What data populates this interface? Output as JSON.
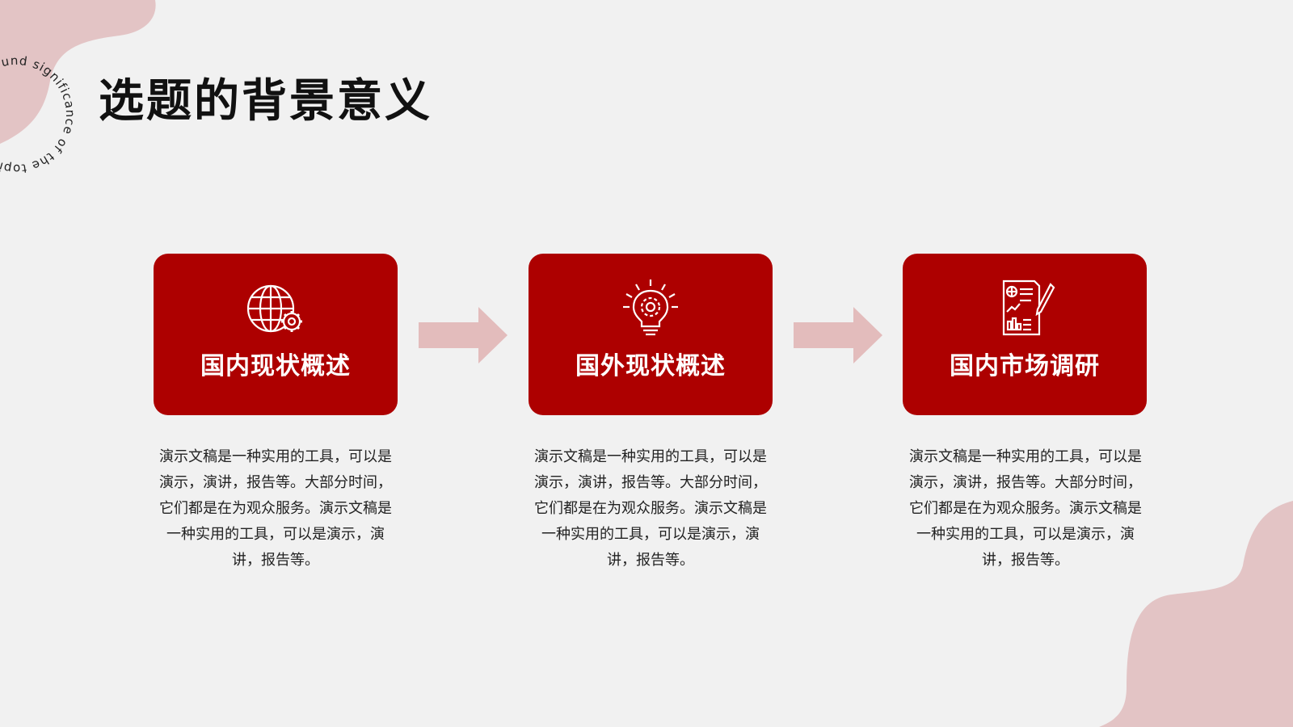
{
  "decor": {
    "circular_text": "Background significance of the topic Background significance of the topic",
    "accent_color": "#ad0000",
    "blob_color": "#e3c4c5",
    "arrow_color": "#e3bcbc",
    "background_color": "#f1f1f1"
  },
  "title": "选题的背景意义",
  "cards": [
    {
      "icon": "globe-gear-icon",
      "title": "国内现状概述",
      "description": "演示文稿是一种实用的工具，可以是演示，演讲，报告等。大部分时间，它们都是在为观众服务。演示文稿是一种实用的工具，可以是演示，演讲，报告等。"
    },
    {
      "icon": "lightbulb-gear-icon",
      "title": "国外现状概述",
      "description": "演示文稿是一种实用的工具，可以是演示，演讲，报告等。大部分时间，它们都是在为观众服务。演示文稿是一种实用的工具，可以是演示，演讲，报告等。"
    },
    {
      "icon": "report-pen-icon",
      "title": "国内市场调研",
      "description": "演示文稿是一种实用的工具，可以是演示，演讲，报告等。大部分时间，它们都是在为观众服务。演示文稿是一种实用的工具，可以是演示，演讲，报告等。"
    }
  ]
}
